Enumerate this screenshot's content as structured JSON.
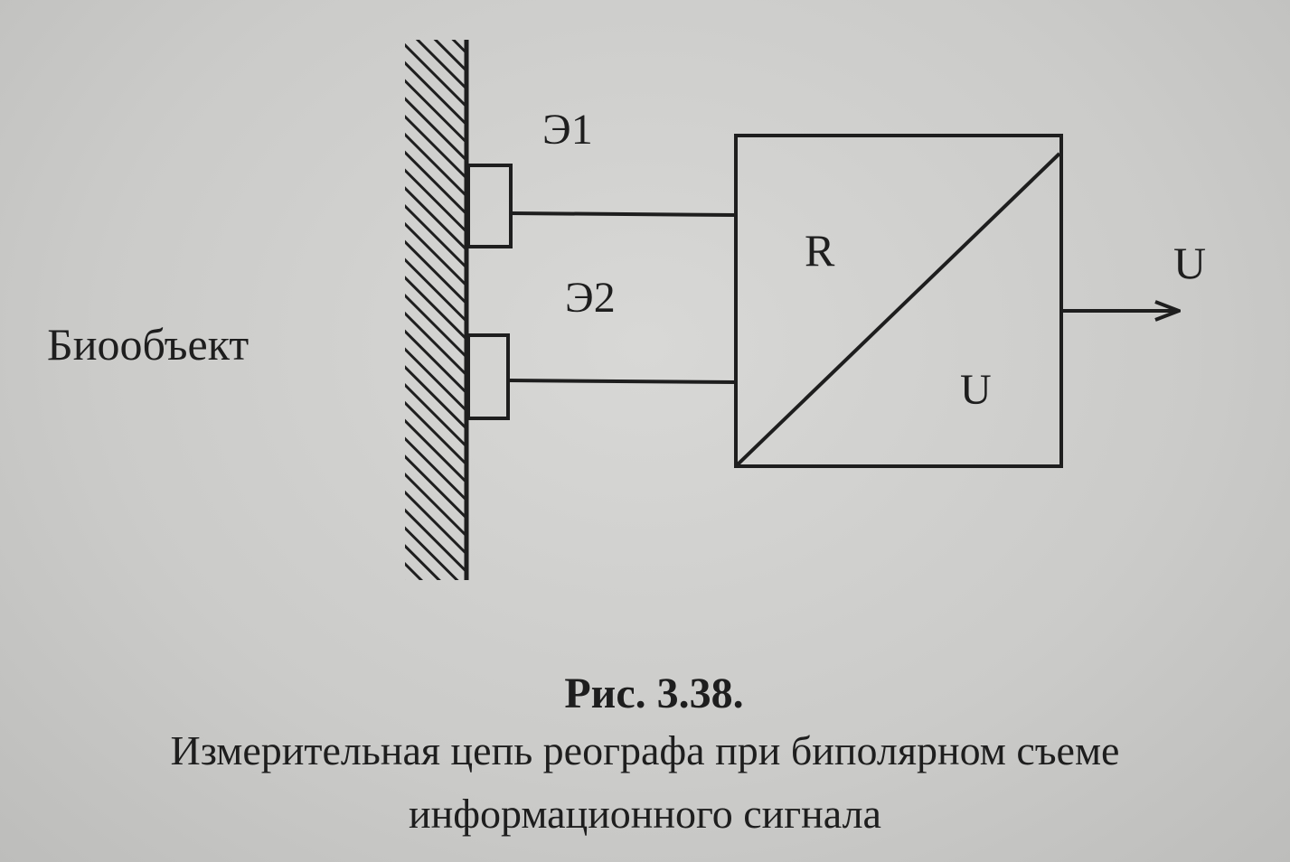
{
  "diagram": {
    "object_label": "Биообъект",
    "electrode_1_label": "Э1",
    "electrode_2_label": "Э2",
    "converter_input_label": "R",
    "converter_output_label": "U",
    "output_signal_label": "U"
  },
  "caption": {
    "figure_number": "Рис. 3.38.",
    "line_1": "Измерительная цепь реографа при биполярном съеме",
    "line_2": "информационного сигнала"
  },
  "colors": {
    "ink": "#1e1e1e",
    "paper": "#cfcfcd"
  }
}
